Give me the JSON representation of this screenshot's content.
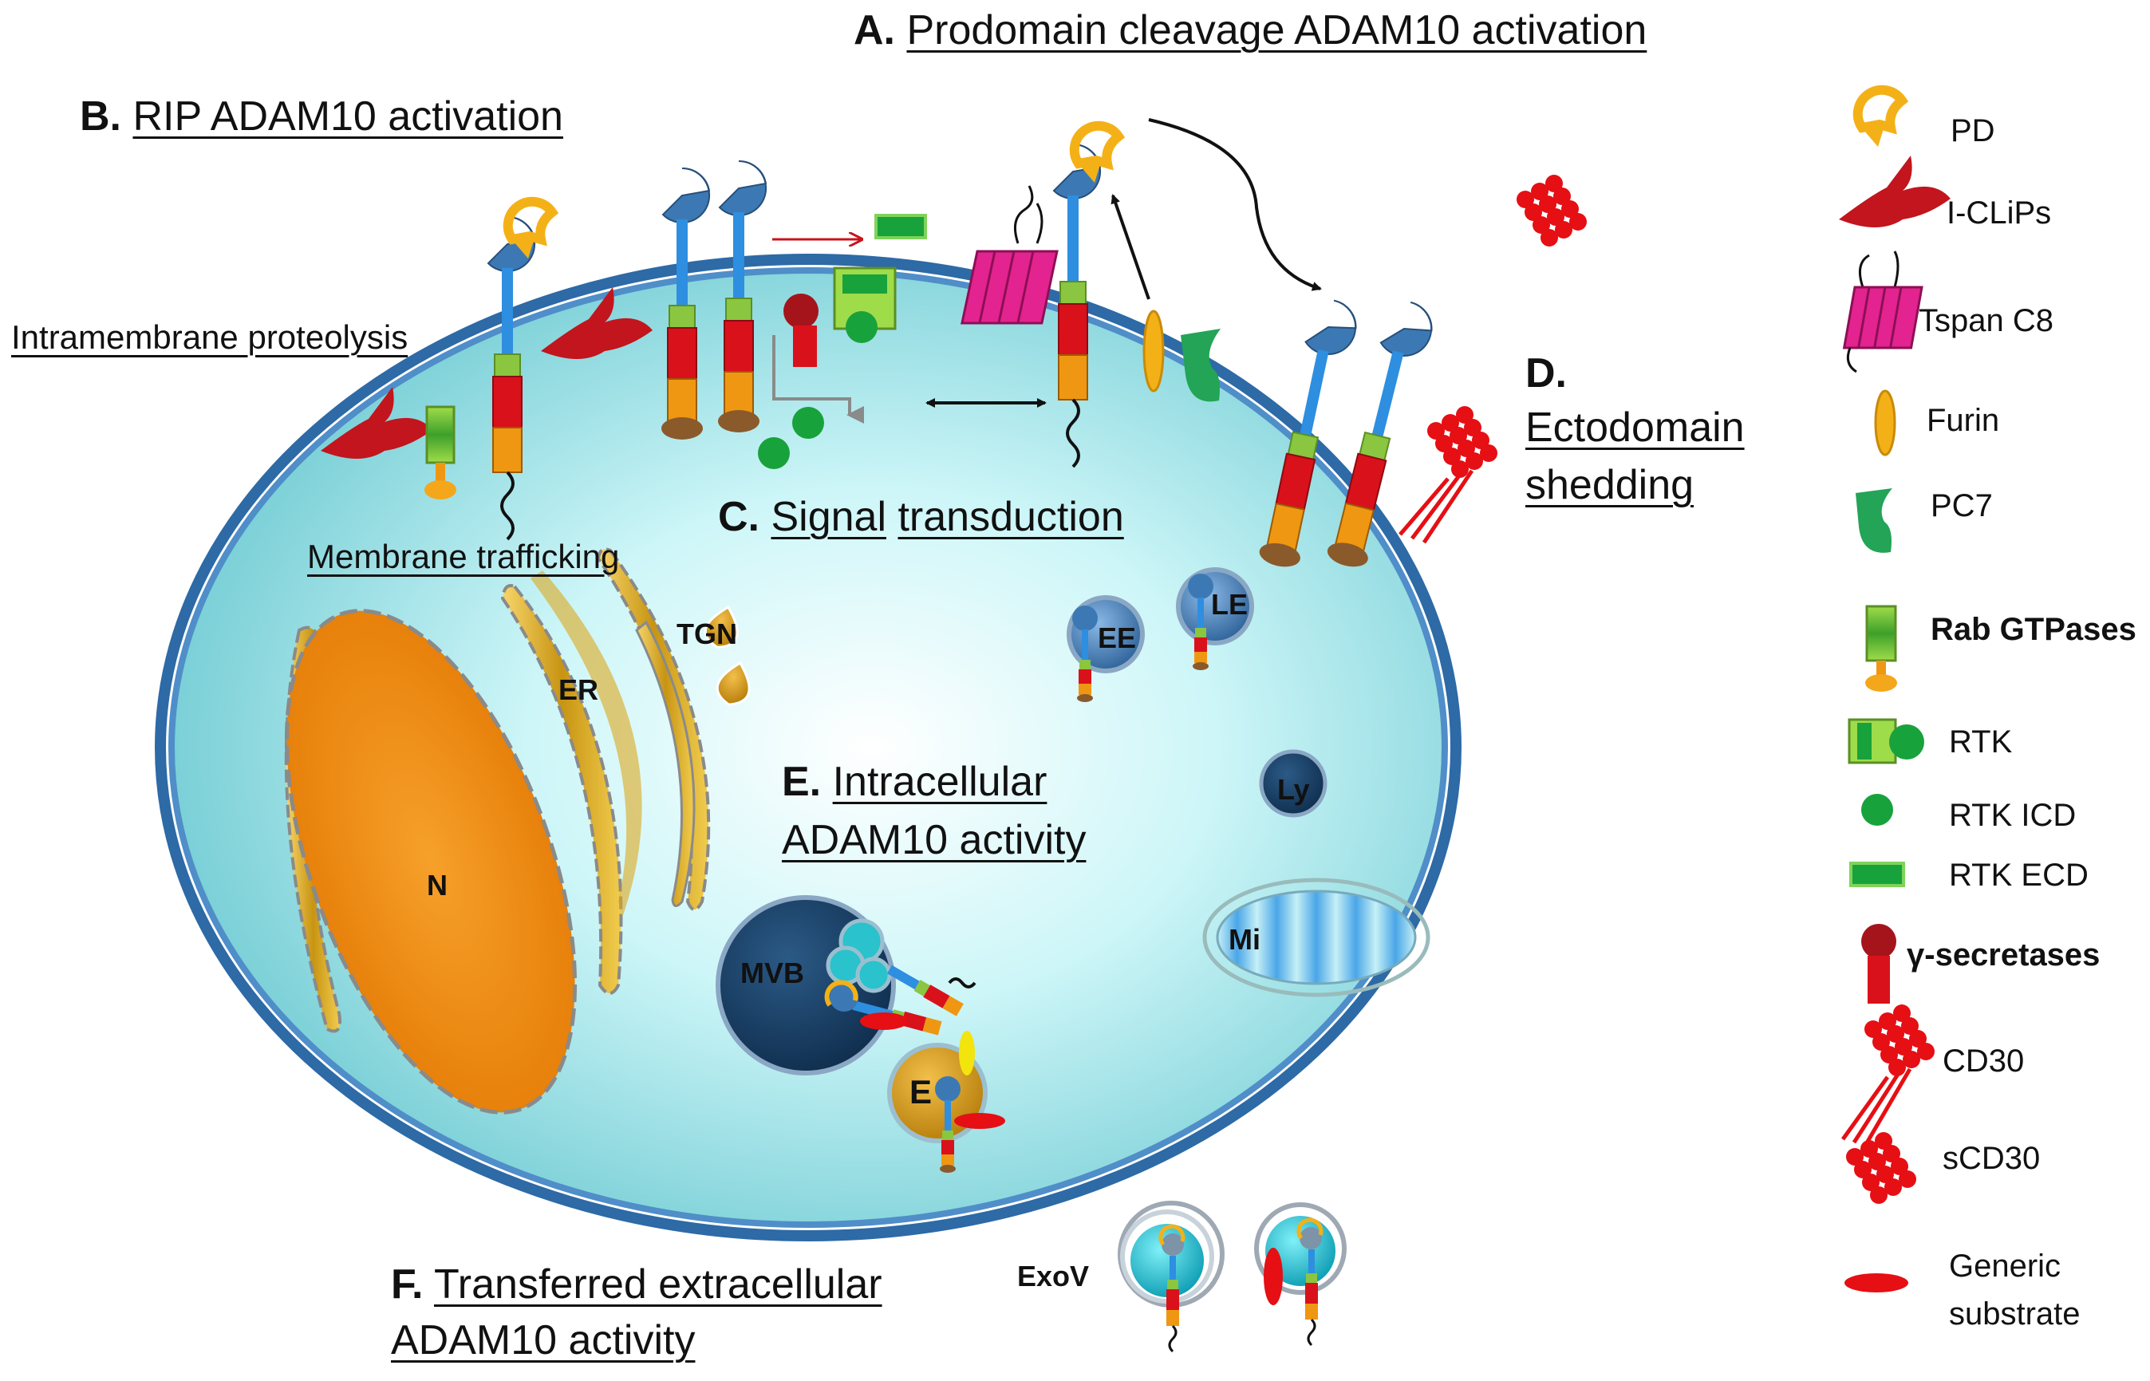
{
  "headings": {
    "a_letter": "A.",
    "a_text": "Prodomain cleavage ADAM10 activation",
    "b_letter": "B.",
    "b_text": "RIP ADAM10 activation",
    "c_letter": "C.",
    "c_text1": "Signal",
    "c_text2": "transduction",
    "d_letter": "D.",
    "d_text1": "Ectodomain",
    "d_text2": "shedding",
    "e_letter": "E.",
    "e_text1": "Intracellular",
    "e_text2": "ADAM10 activity",
    "f_letter": "F.",
    "f_text1": "Transferred extracellular",
    "f_text2": "ADAM10 activity"
  },
  "subheadings": {
    "intramembrane": "Intramembrane proteolysis",
    "trafficking": "Membrane trafficking"
  },
  "organelles": {
    "nucleus": "N",
    "er": "ER",
    "tgn": "TGN",
    "ee": "EE",
    "le": "LE",
    "ly": "Ly",
    "mi": "Mi",
    "mvb": "MVB",
    "e": "E",
    "exov": "ExoV"
  },
  "legend": [
    {
      "label": "PD",
      "icon": "prodomain-icon"
    },
    {
      "label": "I-CLiPs",
      "icon": "iclip-icon"
    },
    {
      "label": "Tspan C8",
      "icon": "tspan-icon"
    },
    {
      "label": "Furin",
      "icon": "furin-icon"
    },
    {
      "label": "PC7",
      "icon": "pc7-icon"
    },
    {
      "label": "Rab GTPases",
      "icon": "rab-icon"
    },
    {
      "label": "RTK",
      "icon": "rtk-icon"
    },
    {
      "label": "RTK ICD",
      "icon": "rtk-icd-icon"
    },
    {
      "label": "RTK ECD",
      "icon": "rtk-ecd-icon"
    },
    {
      "label": "γ-secretases",
      "icon": "gamma-secretase-icon"
    },
    {
      "label": "CD30",
      "icon": "cd30-icon"
    },
    {
      "label": "sCD30",
      "icon": "scd30-icon"
    },
    {
      "label": "Generic",
      "icon": "substrate-icon"
    },
    {
      "label": "substrate",
      "icon": "substrate-icon"
    }
  ],
  "colors": {
    "membrane": "#3d78b2",
    "cytoplasm": "#bff3f6",
    "nucleus": "#f08c0c",
    "er": "#e2b322",
    "adam_head": "#3c79b4",
    "stalk": "#2e8ee0",
    "red_domain": "#d9111b",
    "orange_domain": "#ef9712",
    "green_domain": "#8ac640",
    "prodomain": "#f4b117",
    "iclip": "#c2151d",
    "tspan": "#e3238f",
    "pc7": "#23a456",
    "rtk": "#18a23b",
    "dark_vesicle": "#17395c"
  }
}
